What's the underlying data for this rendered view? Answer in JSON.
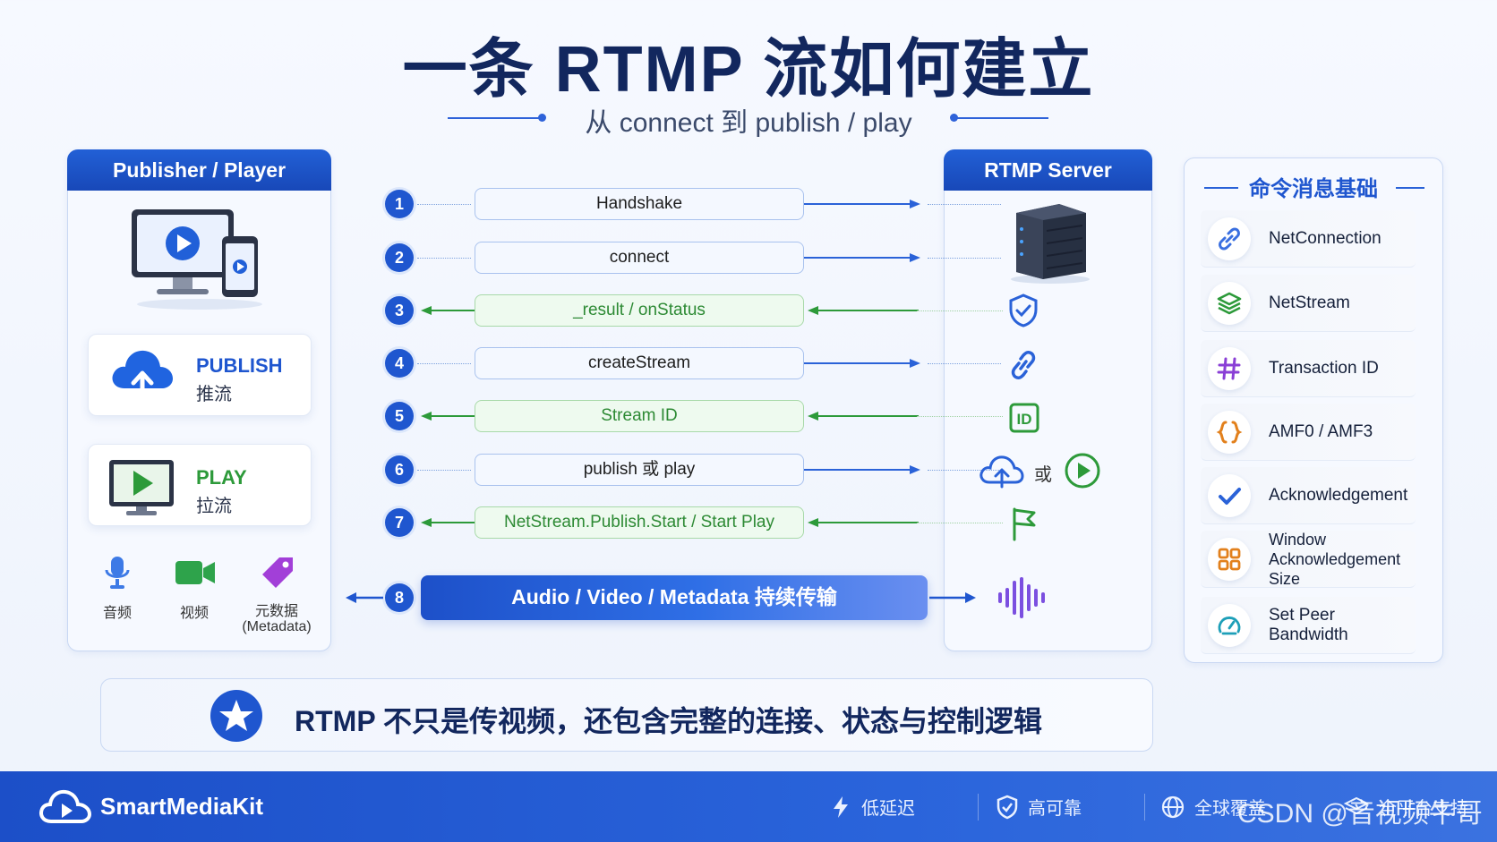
{
  "title": "一条 RTMP 流如何建立",
  "subtitle": "从 connect 到 publish / play",
  "left_panel": {
    "header": "Publisher / Player",
    "publish": {
      "title": "PUBLISH",
      "sub": "推流"
    },
    "play": {
      "title": "PLAY",
      "sub": "拉流"
    },
    "media": [
      {
        "label": "音频",
        "icon": "microphone-icon"
      },
      {
        "label": "视频",
        "icon": "video-camera-icon"
      },
      {
        "label": "元数据",
        "label2": "(Metadata)",
        "icon": "tag-icon"
      }
    ]
  },
  "server_panel": {
    "header": "RTMP Server",
    "or_label": "或"
  },
  "steps": [
    {
      "num": "1",
      "label": "Handshake",
      "dir": "to_server"
    },
    {
      "num": "2",
      "label": "connect",
      "dir": "to_server"
    },
    {
      "num": "3",
      "label": "_result / onStatus",
      "dir": "to_client"
    },
    {
      "num": "4",
      "label": "createStream",
      "dir": "to_server"
    },
    {
      "num": "5",
      "label": "Stream ID",
      "dir": "to_client"
    },
    {
      "num": "6",
      "label": "publish 或 play",
      "dir": "to_server"
    },
    {
      "num": "7",
      "label": "NetStream.Publish.Start / Start Play",
      "dir": "to_client"
    },
    {
      "num": "8",
      "label": "Audio / Video / Metadata 持续传输",
      "dir": "both"
    }
  ],
  "commands_panel": {
    "title": "命令消息基础",
    "items": [
      {
        "label": "NetConnection",
        "icon": "link-icon"
      },
      {
        "label": "NetStream",
        "icon": "layers-icon"
      },
      {
        "label": "Transaction ID",
        "icon": "hash-icon"
      },
      {
        "label": "AMF0 / AMF3",
        "icon": "braces-icon"
      },
      {
        "label": "Acknowledgement",
        "icon": "check-icon"
      },
      {
        "label": "Window",
        "label2": "Acknowledgement Size",
        "icon": "grid-icon"
      },
      {
        "label": "Set Peer Bandwidth",
        "icon": "gauge-icon"
      }
    ]
  },
  "banner": "RTMP 不只是传视频，还包含完整的连接、状态与控制逻辑",
  "footer": {
    "brand": "SmartMediaKit",
    "features": [
      "低延迟",
      "高可靠",
      "全球覆盖",
      "全平台支持"
    ],
    "watermark": "CSDN @音视频牛哥"
  },
  "colors": {
    "primary": "#1f56cf",
    "green": "#2d9a3a",
    "dark_navy": "#12275e"
  }
}
